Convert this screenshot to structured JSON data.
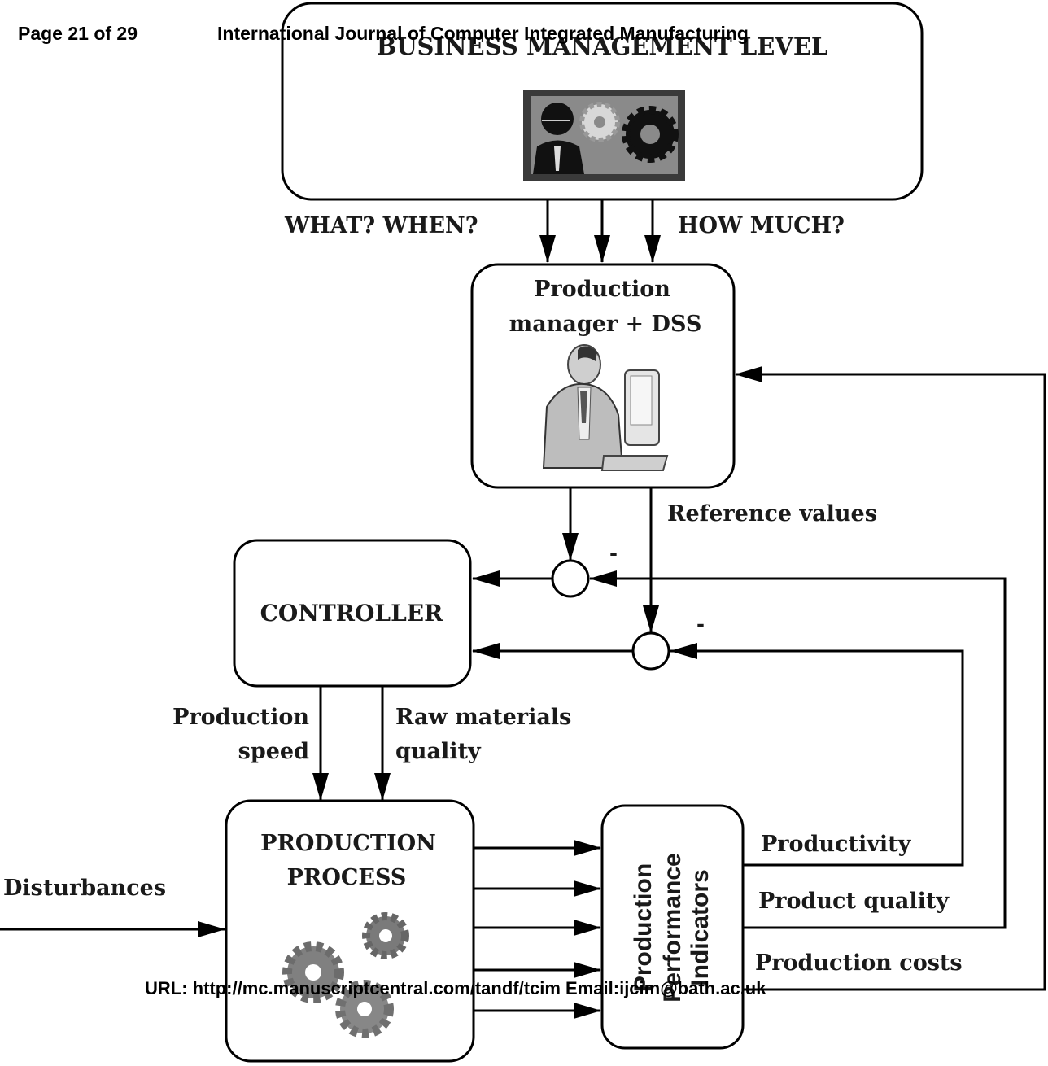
{
  "header": {
    "page": "Page 21 of 29",
    "journal": "International Journal of Computer Integrated Manufacturing"
  },
  "footer": {
    "url": "URL: http://mc.manuscriptcentral.com/tandf/tcim  Email:ijcim@bath.ac.uk"
  },
  "diagram": {
    "business_level": "BUSINESS MANAGEMENT LEVEL",
    "what_when": "WHAT?  WHEN?",
    "how_much": "HOW MUCH?",
    "manager_line1": "Production",
    "manager_line2": "manager + DSS",
    "reference_values": "Reference values",
    "minus_1": "-",
    "minus_2": "-",
    "controller": "CONTROLLER",
    "production_speed_1": "Production",
    "production_speed_2": "speed",
    "raw_materials_1": "Raw materials",
    "raw_materials_2": "quality",
    "process_line1": "PRODUCTION",
    "process_line2": "PROCESS",
    "disturbances": "Disturbances",
    "indicators_line1": "Production",
    "indicators_line2": "Performance",
    "indicators_line3": "Indicators",
    "productivity": "Productivity",
    "product_quality": "Product quality",
    "production_costs": "Production costs"
  },
  "icons": [
    "business-manager-gears-icon",
    "manager-at-computer-icon",
    "process-gears-icon"
  ]
}
